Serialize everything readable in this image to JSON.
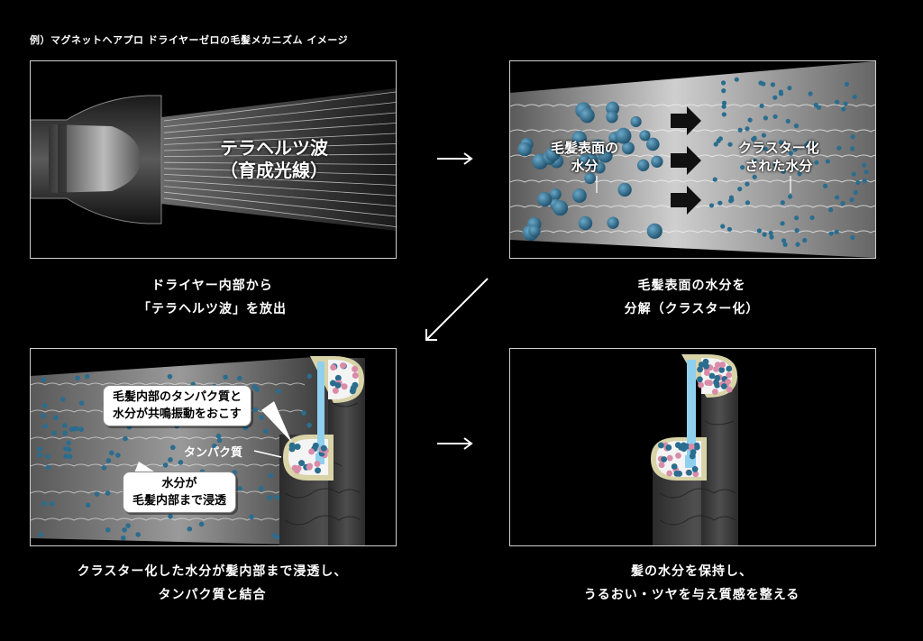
{
  "heading": "例）マグネットヘアプロ ドライヤーゼロの毛髪メカニズム イメージ",
  "panel1": {
    "label_line1": "テラヘルツ波",
    "label_line2": "（育成光線）",
    "caption_line1": "ドライヤー内部から",
    "caption_line2": "「テラヘルツ波」を放出"
  },
  "panel2": {
    "left_label_line1": "毛髪表面の",
    "left_label_line2": "水分",
    "right_label_line1": "クラスター化",
    "right_label_line2": "された水分",
    "caption_line1": "毛髪表面の水分を",
    "caption_line2": "分解（クラスター化）"
  },
  "panel3": {
    "bubble1_line1": "毛髪内部のタンパク質と",
    "bubble1_line2": "水分が共鳴振動をおこす",
    "protein_label": "タンパク質",
    "bubble2_line1": "水分が",
    "bubble2_line2": "毛髪内部まで浸透",
    "caption_line1": "クラスター化した水分が髪内部まで浸透し、",
    "caption_line2": "タンパク質と結合"
  },
  "panel4": {
    "caption_line1": "髪の水分を保持し、",
    "caption_line2": "うるおい・ツヤを与え質感を整える"
  },
  "colors": {
    "water": "#2a6d8f",
    "protein": "#d98ca8",
    "hair_inner": "#8fd0ef",
    "cortex_rim": "#d9d3a8",
    "panel_border": "#cfcfcf"
  }
}
